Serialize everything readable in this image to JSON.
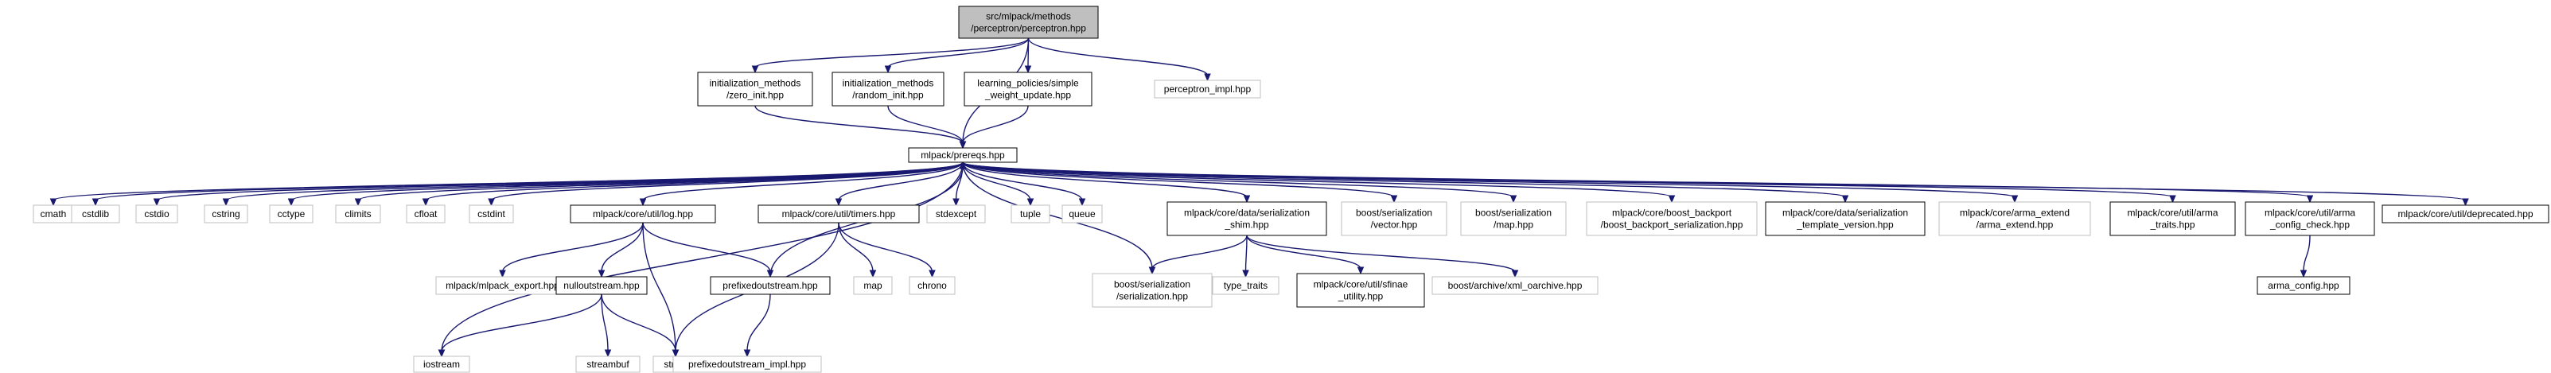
{
  "colors": {
    "root_fill": "#bfbfbf",
    "node_fill": "#ffffff",
    "documented_border": "#000000",
    "undocumented_border": "#bfbfbf",
    "edge": "#191970"
  },
  "nodes": {
    "root": {
      "lines": [
        "src/mlpack/methods",
        "/perceptron/perceptron.hpp"
      ],
      "kind": "root"
    },
    "zero_init": {
      "lines": [
        "initialization_methods",
        "/zero_init.hpp"
      ],
      "kind": "documented"
    },
    "random_init": {
      "lines": [
        "initialization_methods",
        "/random_init.hpp"
      ],
      "kind": "documented"
    },
    "simple_weight_update": {
      "lines": [
        "learning_policies/simple",
        "_weight_update.hpp"
      ],
      "kind": "documented"
    },
    "perceptron_impl": {
      "lines": [
        "perceptron_impl.hpp"
      ],
      "kind": "undocumented"
    },
    "prereqs": {
      "lines": [
        "mlpack/prereqs.hpp"
      ],
      "kind": "documented"
    },
    "cmath": {
      "lines": [
        "cmath"
      ],
      "kind": "undocumented"
    },
    "cstdlib": {
      "lines": [
        "cstdlib"
      ],
      "kind": "undocumented"
    },
    "cstdio": {
      "lines": [
        "cstdio"
      ],
      "kind": "undocumented"
    },
    "cstring": {
      "lines": [
        "cstring"
      ],
      "kind": "undocumented"
    },
    "cctype": {
      "lines": [
        "cctype"
      ],
      "kind": "undocumented"
    },
    "climits": {
      "lines": [
        "climits"
      ],
      "kind": "undocumented"
    },
    "cfloat": {
      "lines": [
        "cfloat"
      ],
      "kind": "undocumented"
    },
    "cstdint": {
      "lines": [
        "cstdint"
      ],
      "kind": "undocumented"
    },
    "log": {
      "lines": [
        "mlpack/core/util/log.hpp"
      ],
      "kind": "documented"
    },
    "timers": {
      "lines": [
        "mlpack/core/util/timers.hpp"
      ],
      "kind": "documented"
    },
    "stdexcept": {
      "lines": [
        "stdexcept"
      ],
      "kind": "undocumented"
    },
    "tuple": {
      "lines": [
        "tuple"
      ],
      "kind": "undocumented"
    },
    "queue": {
      "lines": [
        "queue"
      ],
      "kind": "undocumented"
    },
    "serialization_shim": {
      "lines": [
        "mlpack/core/data/serialization",
        "_shim.hpp"
      ],
      "kind": "documented"
    },
    "boost_vector": {
      "lines": [
        "boost/serialization",
        "/vector.hpp"
      ],
      "kind": "undocumented"
    },
    "boost_map": {
      "lines": [
        "boost/serialization",
        "/map.hpp"
      ],
      "kind": "undocumented"
    },
    "boost_backport": {
      "lines": [
        "mlpack/core/boost_backport",
        "/boost_backport_serialization.hpp"
      ],
      "kind": "undocumented"
    },
    "serialization_template": {
      "lines": [
        "mlpack/core/data/serialization",
        "_template_version.hpp"
      ],
      "kind": "documented"
    },
    "arma_extend": {
      "lines": [
        "mlpack/core/arma_extend",
        "/arma_extend.hpp"
      ],
      "kind": "undocumented"
    },
    "arma_traits": {
      "lines": [
        "mlpack/core/util/arma",
        "_traits.hpp"
      ],
      "kind": "documented"
    },
    "arma_config_check": {
      "lines": [
        "mlpack/core/util/arma",
        "_config_check.hpp"
      ],
      "kind": "documented"
    },
    "deprecated": {
      "lines": [
        "mlpack/core/util/deprecated.hpp"
      ],
      "kind": "documented"
    },
    "iostream": {
      "lines": [
        "iostream"
      ],
      "kind": "undocumented"
    },
    "mlpack_export": {
      "lines": [
        "mlpack/mlpack_export.hpp"
      ],
      "kind": "undocumented"
    },
    "nulloutstream": {
      "lines": [
        "nulloutstream.hpp"
      ],
      "kind": "documented"
    },
    "prefixedoutstream": {
      "lines": [
        "prefixedoutstream.hpp"
      ],
      "kind": "documented"
    },
    "map": {
      "lines": [
        "map"
      ],
      "kind": "undocumented"
    },
    "chrono": {
      "lines": [
        "chrono"
      ],
      "kind": "undocumented"
    },
    "boost_serialization": {
      "lines": [
        "boost/serialization",
        "/serialization.hpp"
      ],
      "kind": "undocumented"
    },
    "type_traits": {
      "lines": [
        "type_traits"
      ],
      "kind": "undocumented"
    },
    "sfinae_utility": {
      "lines": [
        "mlpack/core/util/sfinae",
        "_utility.hpp"
      ],
      "kind": "documented"
    },
    "xml_oarchive": {
      "lines": [
        "boost/archive/xml_oarchive.hpp"
      ],
      "kind": "undocumented"
    },
    "arma_config": {
      "lines": [
        "arma_config.hpp"
      ],
      "kind": "documented"
    },
    "streambuf": {
      "lines": [
        "streambuf"
      ],
      "kind": "undocumented"
    },
    "string": {
      "lines": [
        "string"
      ],
      "kind": "undocumented"
    },
    "prefixedoutstream_impl": {
      "lines": [
        "prefixedoutstream_impl.hpp"
      ],
      "kind": "undocumented"
    }
  },
  "edges": [
    [
      "root",
      "zero_init"
    ],
    [
      "root",
      "random_init"
    ],
    [
      "root",
      "simple_weight_update"
    ],
    [
      "root",
      "prereqs"
    ],
    [
      "root",
      "perceptron_impl"
    ],
    [
      "zero_init",
      "prereqs"
    ],
    [
      "random_init",
      "prereqs"
    ],
    [
      "simple_weight_update",
      "prereqs"
    ],
    [
      "prereqs",
      "cmath"
    ],
    [
      "prereqs",
      "cstdlib"
    ],
    [
      "prereqs",
      "cstdio"
    ],
    [
      "prereqs",
      "cstring"
    ],
    [
      "prereqs",
      "cctype"
    ],
    [
      "prereqs",
      "climits"
    ],
    [
      "prereqs",
      "cfloat"
    ],
    [
      "prereqs",
      "cstdint"
    ],
    [
      "prereqs",
      "iostream"
    ],
    [
      "prereqs",
      "log"
    ],
    [
      "prereqs",
      "timers"
    ],
    [
      "prereqs",
      "stdexcept"
    ],
    [
      "prereqs",
      "tuple"
    ],
    [
      "prereqs",
      "queue"
    ],
    [
      "prereqs",
      "boost_serialization"
    ],
    [
      "prereqs",
      "serialization_shim"
    ],
    [
      "prereqs",
      "boost_vector"
    ],
    [
      "prereqs",
      "boost_map"
    ],
    [
      "prereqs",
      "boost_backport"
    ],
    [
      "prereqs",
      "serialization_template"
    ],
    [
      "prereqs",
      "arma_extend"
    ],
    [
      "prereqs",
      "arma_traits"
    ],
    [
      "prereqs",
      "arma_config_check"
    ],
    [
      "prereqs",
      "deprecated"
    ],
    [
      "log",
      "mlpack_export"
    ],
    [
      "log",
      "nulloutstream"
    ],
    [
      "log",
      "prefixedoutstream"
    ],
    [
      "log",
      "string"
    ],
    [
      "nulloutstream",
      "iostream"
    ],
    [
      "nulloutstream",
      "streambuf"
    ],
    [
      "nulloutstream",
      "string"
    ],
    [
      "prefixedoutstream",
      "prereqs"
    ],
    [
      "prefixedoutstream",
      "prefixedoutstream_impl"
    ],
    [
      "timers",
      "map"
    ],
    [
      "timers",
      "chrono"
    ],
    [
      "timers",
      "string"
    ],
    [
      "serialization_shim",
      "boost_serialization"
    ],
    [
      "serialization_shim",
      "type_traits"
    ],
    [
      "serialization_shim",
      "sfinae_utility"
    ],
    [
      "serialization_shim",
      "xml_oarchive"
    ],
    [
      "arma_config_check",
      "arma_config"
    ]
  ]
}
